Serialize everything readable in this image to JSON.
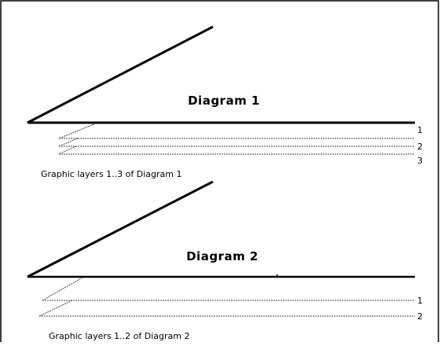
{
  "diagram1": {
    "title": "Diagram 1",
    "caption": "Graphic layers 1..3 of Diagram 1",
    "layers": [
      {
        "label": "1"
      },
      {
        "label": "2"
      },
      {
        "label": "3"
      }
    ]
  },
  "diagram2": {
    "title": "Diagram 2",
    "caption": "Graphic layers 1..2 of Diagram 2",
    "layers": [
      {
        "label": "1"
      },
      {
        "label": "2"
      }
    ]
  }
}
